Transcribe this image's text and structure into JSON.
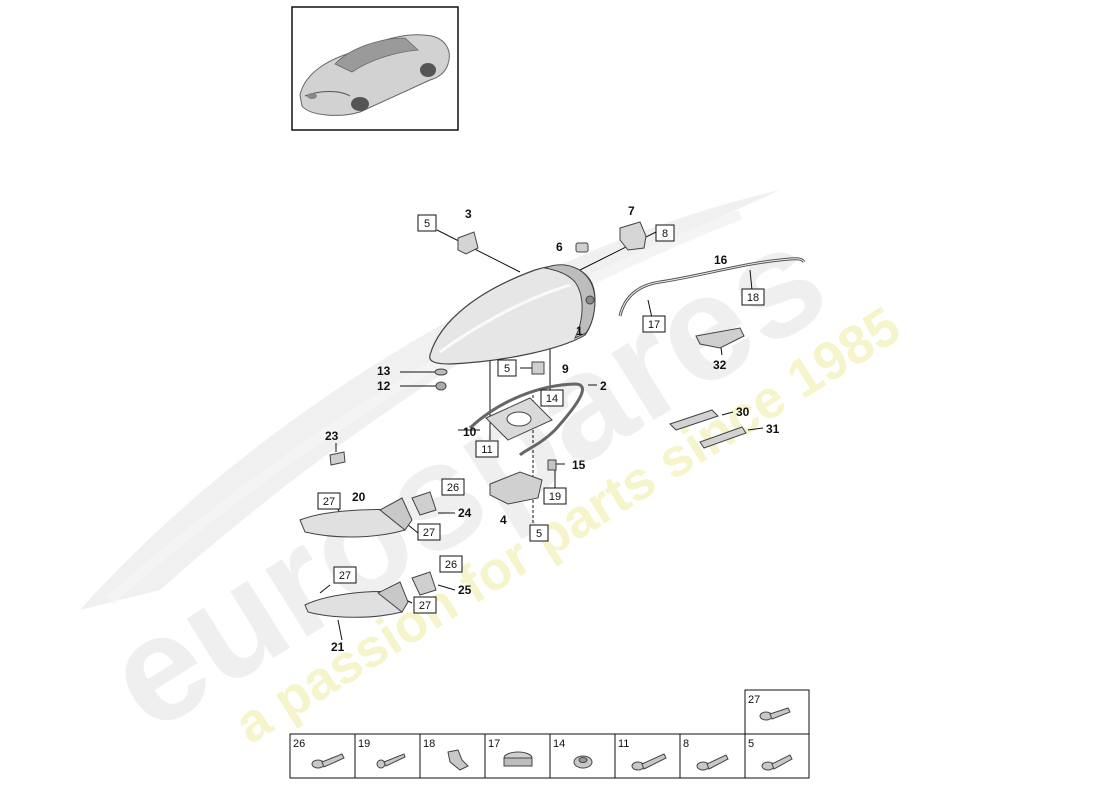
{
  "watermark": {
    "brand": "eurospares",
    "tagline": "a passion for parts since 1985"
  },
  "callouts": [
    {
      "id": "c1",
      "label": "1"
    },
    {
      "id": "c2",
      "label": "2"
    },
    {
      "id": "c3",
      "label": "3"
    },
    {
      "id": "c4",
      "label": "4"
    },
    {
      "id": "c6",
      "label": "6"
    },
    {
      "id": "c7",
      "label": "7"
    },
    {
      "id": "c9",
      "label": "9"
    },
    {
      "id": "c10",
      "label": "10"
    },
    {
      "id": "c12",
      "label": "12"
    },
    {
      "id": "c13",
      "label": "13"
    },
    {
      "id": "c15",
      "label": "15"
    },
    {
      "id": "c16",
      "label": "16"
    },
    {
      "id": "c20",
      "label": "20"
    },
    {
      "id": "c21",
      "label": "21"
    },
    {
      "id": "c23",
      "label": "23"
    },
    {
      "id": "c24",
      "label": "24"
    },
    {
      "id": "c25",
      "label": "25"
    },
    {
      "id": "c30",
      "label": "30"
    },
    {
      "id": "c31",
      "label": "31"
    },
    {
      "id": "c32",
      "label": "32"
    }
  ],
  "boxed_refs": [
    {
      "id": "b5a",
      "label": "5"
    },
    {
      "id": "b8",
      "label": "8"
    },
    {
      "id": "b18",
      "label": "18"
    },
    {
      "id": "b17",
      "label": "17"
    },
    {
      "id": "b5b",
      "label": "5"
    },
    {
      "id": "b14",
      "label": "14"
    },
    {
      "id": "b11",
      "label": "11"
    },
    {
      "id": "b19",
      "label": "19"
    },
    {
      "id": "b5c",
      "label": "5"
    },
    {
      "id": "b26a",
      "label": "26"
    },
    {
      "id": "b27a",
      "label": "27"
    },
    {
      "id": "b27b",
      "label": "27"
    },
    {
      "id": "b27c",
      "label": "27"
    },
    {
      "id": "b26b",
      "label": "26"
    },
    {
      "id": "b27d",
      "label": "27"
    }
  ],
  "hardware_table": {
    "cells": [
      {
        "label": "27"
      },
      {
        "label": "26"
      },
      {
        "label": "19"
      },
      {
        "label": "18"
      },
      {
        "label": "17"
      },
      {
        "label": "14"
      },
      {
        "label": "11"
      },
      {
        "label": "8"
      },
      {
        "label": "5"
      }
    ]
  },
  "colors": {
    "line": "#111111",
    "part_fill": "#e4e4e4",
    "part_stroke": "#555555",
    "watermark_swoosh": "#efefef",
    "watermark_text": "#efefef",
    "watermark_tagline": "#f6f4c9"
  }
}
